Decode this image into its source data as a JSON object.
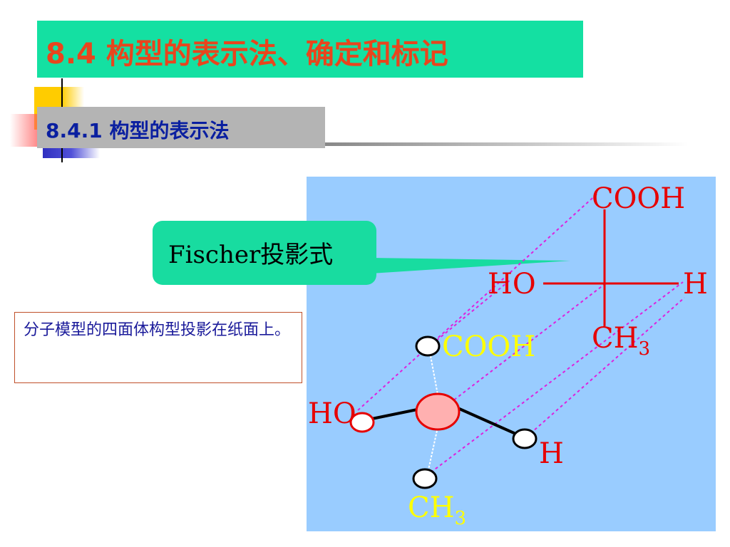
{
  "title": "8.4 构型的表示法、确定和标记",
  "subtitle": "8.4.1 构型的表示法",
  "callout": "Fischer投影式",
  "note": "分子模型的四面体构型投影在纸面上。",
  "fischer": {
    "top": "COOH",
    "left": "HO",
    "right": "H",
    "bottom": "CH",
    "bottom_sub": "3"
  },
  "model": {
    "top": "COOH",
    "left": "HO",
    "right": "H",
    "bottom": "CH",
    "bottom_sub": "3"
  },
  "colors": {
    "title_bg": "#14e0a2",
    "title_text": "#e8451d",
    "subtitle_text": "#0a1fa0",
    "panel_bg": "#99ccff",
    "fischer_text": "#e60000",
    "model_yellow": "#ffff00",
    "dashed_magenta": "#dd22dd",
    "center_atom": "#ffb0b0"
  }
}
